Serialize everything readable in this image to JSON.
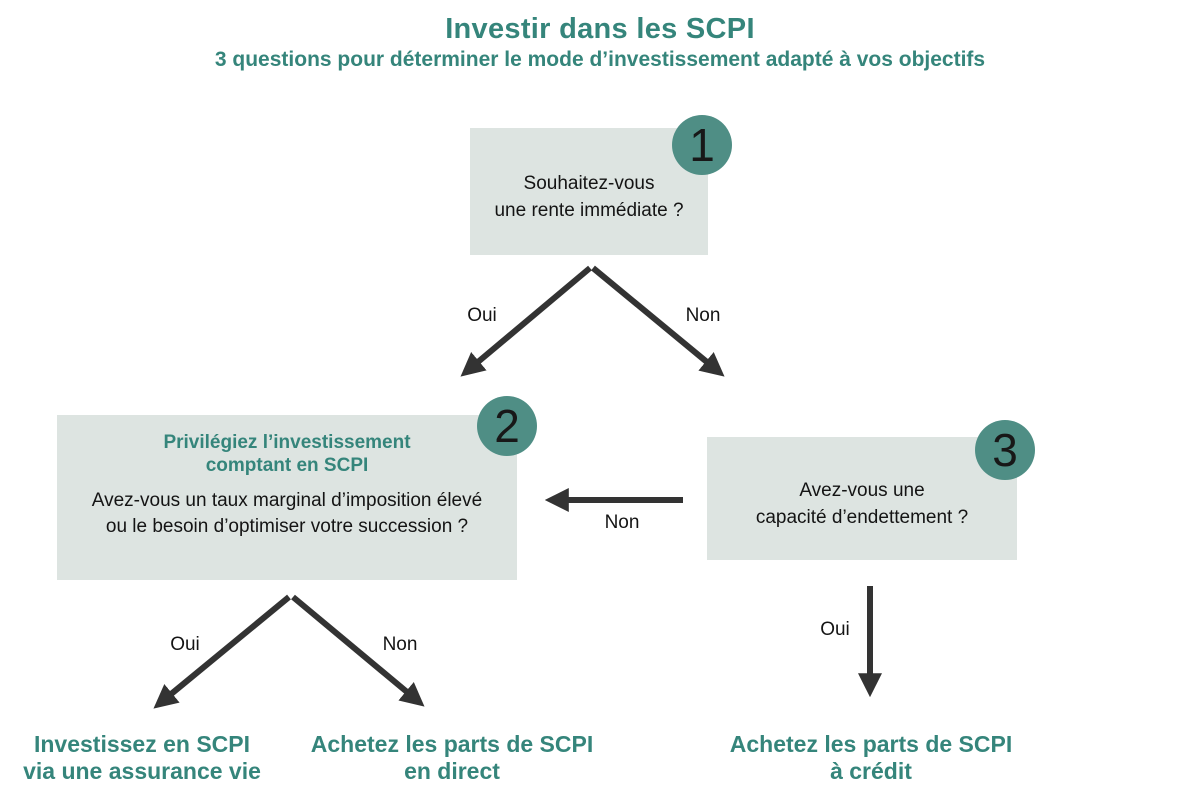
{
  "header": {
    "title": "Investir dans les SCPI",
    "subtitle": "3 questions pour déterminer le mode d’investissement adapté à vos objectifs"
  },
  "colors": {
    "teal_text": "#35857b",
    "badge_fill": "#4f8e85",
    "box_fill": "#dde4e1",
    "arrow": "#333333",
    "question_text": "#141414",
    "background": "#ffffff"
  },
  "nodes": {
    "q1": {
      "number": "1",
      "question": "Souhaitez-vous\nune rente immédiate ?"
    },
    "q2": {
      "number": "2",
      "recommendation": "Privilégiez l’investissement\ncomptant en SCPI",
      "question": "Avez-vous un taux marginal d’imposition élevé\nou le besoin d’optimiser votre succession ?"
    },
    "q3": {
      "number": "3",
      "question": "Avez-vous une\ncapacité d’endettement ?"
    }
  },
  "edge_labels": {
    "q1_oui": "Oui",
    "q1_non": "Non",
    "q3_non": "Non",
    "q2_oui": "Oui",
    "q2_non": "Non",
    "q3_oui": "Oui"
  },
  "results": {
    "assurance_vie": "Investissez en SCPI\nvia une assurance vie",
    "direct": "Achetez les parts de SCPI\nen direct",
    "credit": "Achetez les parts de SCPI\nà crédit"
  }
}
